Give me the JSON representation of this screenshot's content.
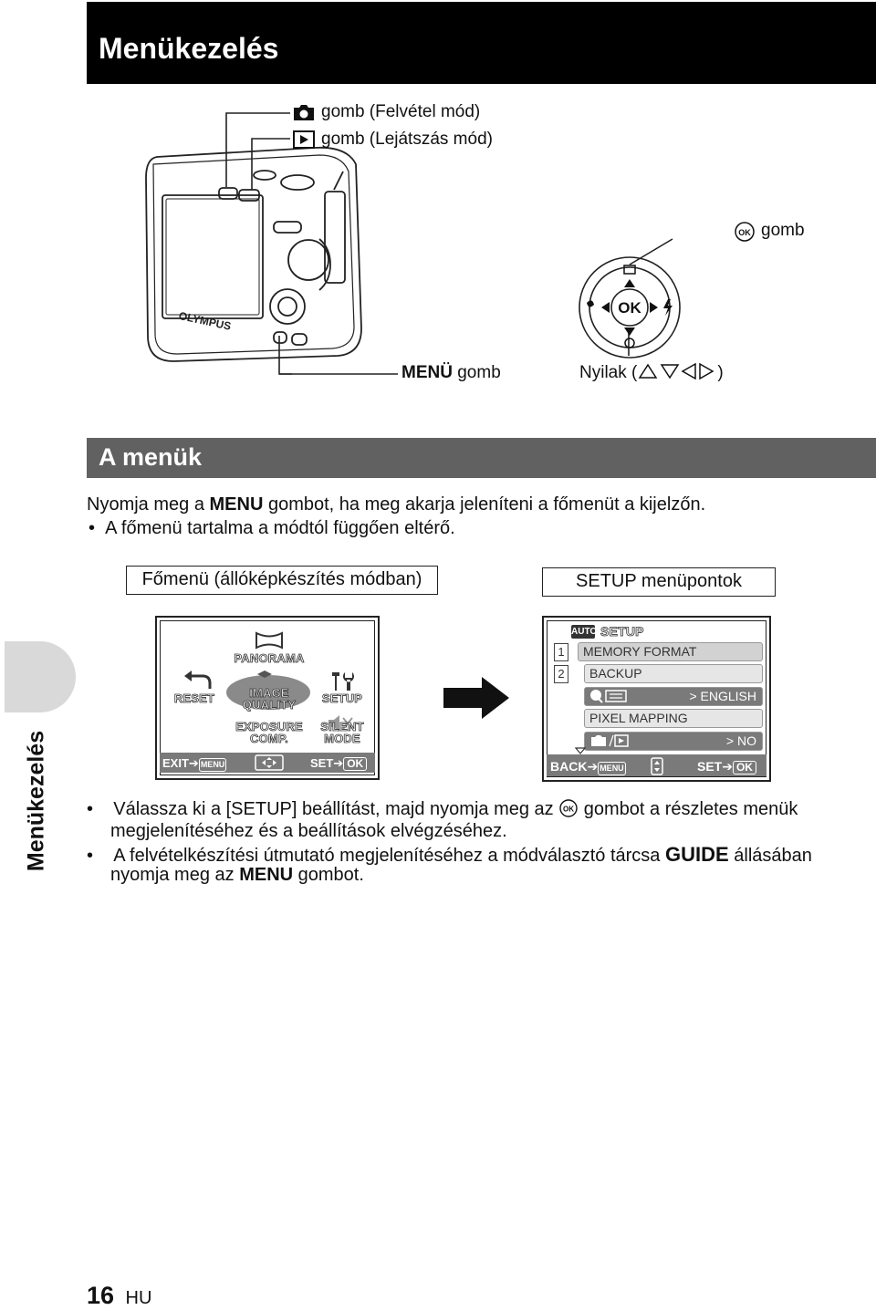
{
  "header": {
    "title": "Menükezelés"
  },
  "camera_labels": {
    "shoot_button": "gomb (Felvétel mód)",
    "play_button": "gomb (Lejátszás mód)",
    "ok_button": "gomb",
    "ok_icon_text": "OK",
    "menu_button_bold": "MENÜ",
    "menu_button_rest": "gomb",
    "arrows": "Nyilak (",
    "arrows_close": ")",
    "brand": "OLYMPUS"
  },
  "section": {
    "title": "A menük",
    "intro_prefix": "Nyomja meg a",
    "intro_menu": "MENU",
    "intro_suffix": "gombot, ha meg akarja jeleníteni a főmenüt a kijelzőn.",
    "note": "A főmenü tartalma a módtól függően eltérő."
  },
  "boxes": {
    "main_menu": "Főmenü (állóképkészítés módban)",
    "setup_items": "SETUP menüpontok"
  },
  "side_tab": {
    "label": "Menükezelés"
  },
  "main_menu_screen": {
    "panorama": "PANORAMA",
    "reset": "RESET",
    "image_quality_1": "IMAGE",
    "image_quality_2": "QUALITY",
    "setup": "SETUP",
    "exposure_1": "EXPOSURE",
    "exposure_2": "COMP.",
    "silent_1": "SILENT",
    "silent_2": "MODE",
    "exit": "EXIT",
    "menu_tag": "MENU",
    "set": "SET",
    "ok": "OK"
  },
  "setup_screen": {
    "mode_tag": "AUTO",
    "title": "SETUP",
    "page_1": "1",
    "page_2": "2",
    "rows": [
      {
        "label": "MEMORY FORMAT",
        "value": ""
      },
      {
        "label": "BACKUP",
        "value": ""
      },
      {
        "label": "",
        "value": "ENGLISH"
      },
      {
        "label": "PIXEL MAPPING",
        "value": ""
      },
      {
        "label": "",
        "value": "NO"
      }
    ],
    "value_prefix": ">",
    "back": "BACK",
    "menu_tag": "MENU",
    "set": "SET",
    "ok": "OK"
  },
  "bullets": {
    "b1_line1_prefix": "Válassza ki a [SETUP] beállítást, majd nyomja meg az",
    "b1_line1_suffix": "gombot a részletes menük",
    "b1_line2": "megjelenítéséhez és a beállítások elvégzéséhez.",
    "b2_line1_prefix": "A felvételkészítési útmutató megjelenítéséhez a módválasztó tárcsa",
    "b2_guide": "GUIDE",
    "b2_line1_suffix": "állásában",
    "b2_line2_prefix": "nyomja meg az",
    "b2_menu": "MENU",
    "b2_line2_suffix": "gombot."
  },
  "footer": {
    "page": "16",
    "lang": "HU"
  }
}
